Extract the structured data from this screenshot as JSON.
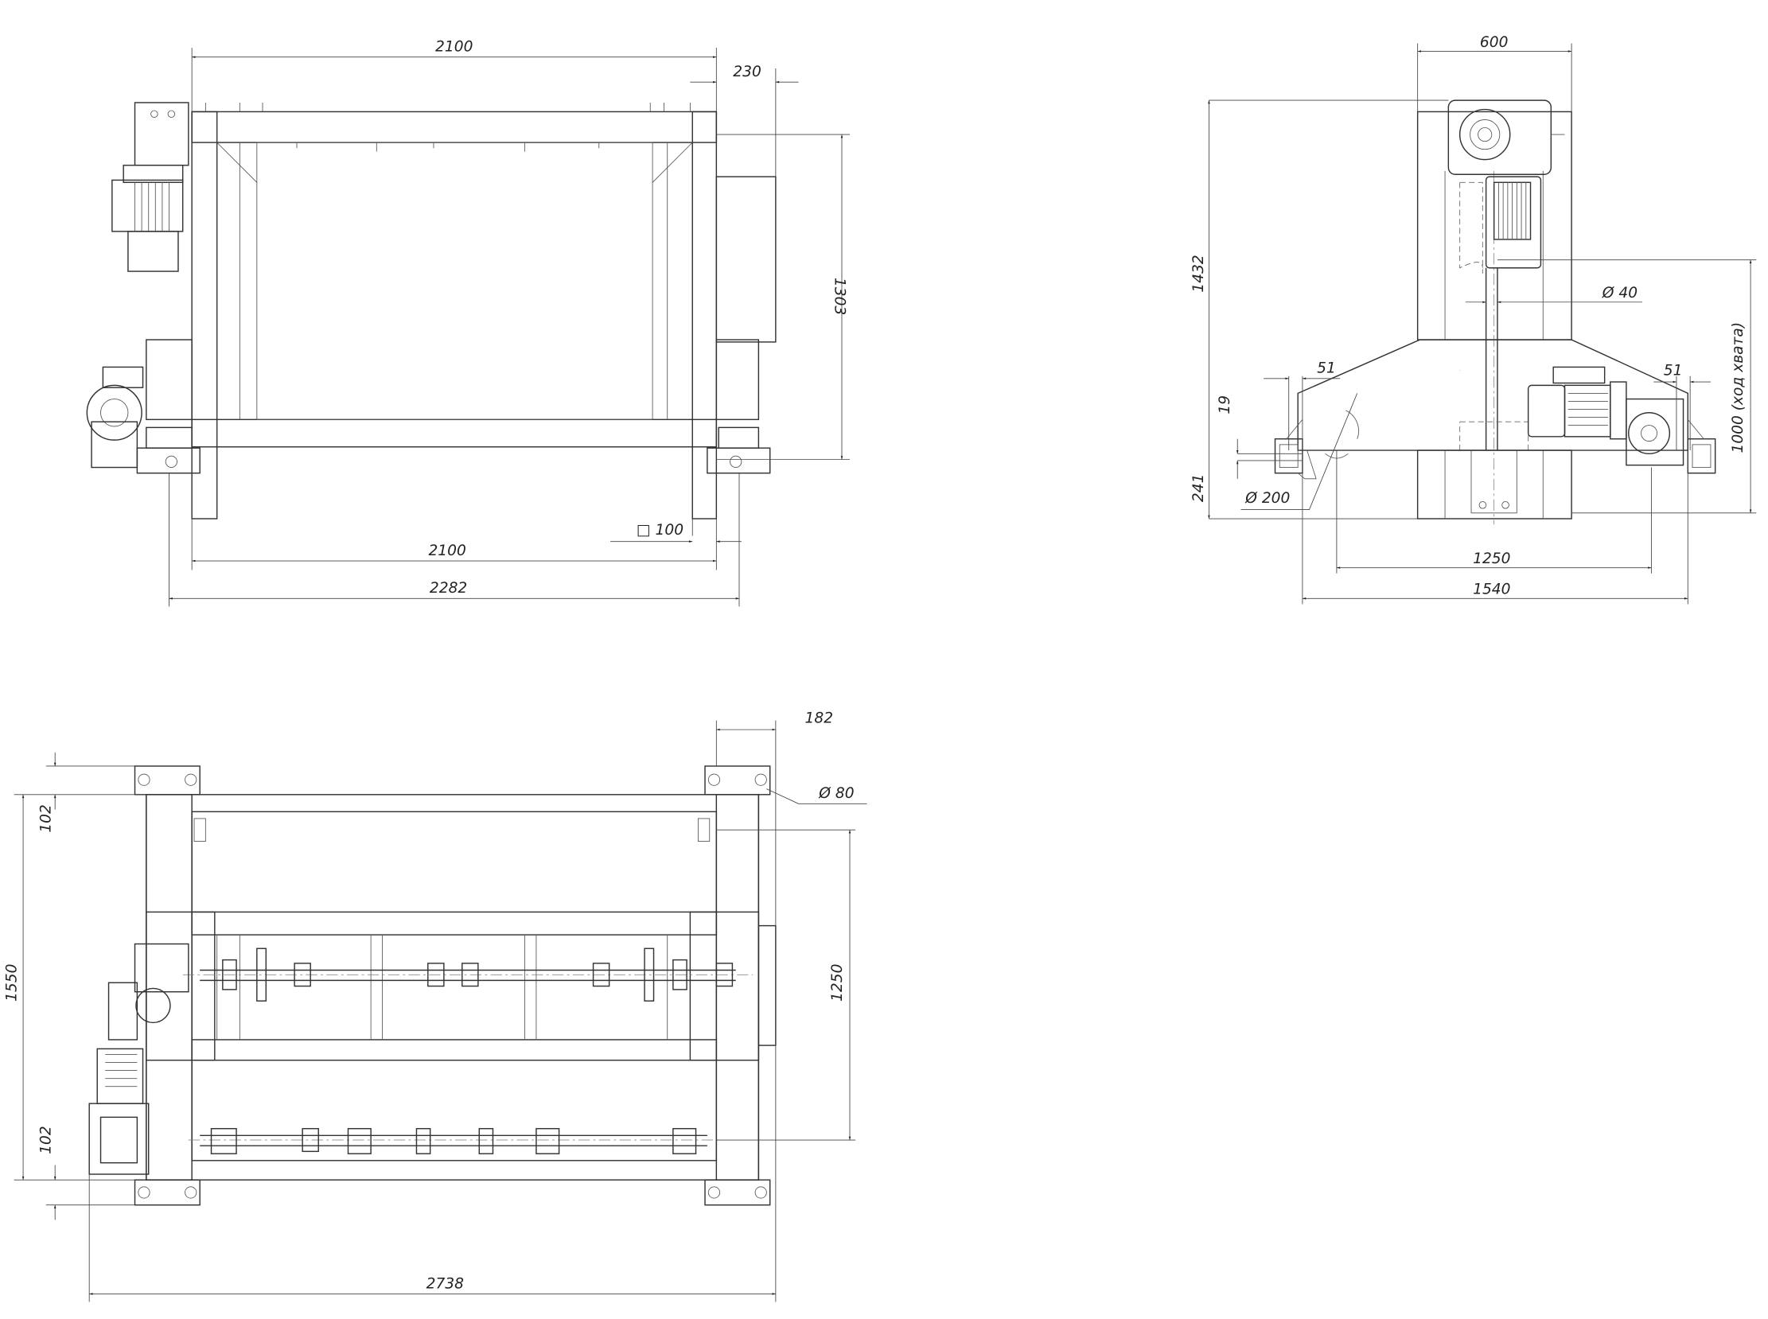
{
  "front_view": {
    "dim_top_width": "2100",
    "dim_offset": "230",
    "dim_height": "1303",
    "dim_leg_section": "□ 100",
    "dim_bottom_width": "2100",
    "dim_overall_width": "2282"
  },
  "side_view": {
    "dim_width": "600",
    "dim_height": "1432",
    "dim_shaft_dia": "Ø 40",
    "dim_stroke": "1000 (ход хвата)",
    "dim_left_offset": "51",
    "dim_right_offset": "51",
    "dim_small": "19",
    "dim_foot_height": "241",
    "dim_wheel_dia": "Ø 200",
    "dim_track": "1250",
    "dim_overall": "1540"
  },
  "plan_view": {
    "dim_offset": "182",
    "dim_pad_dia": "Ø 80",
    "dim_top_margin": "102",
    "dim_overall_depth": "1550",
    "dim_bottom_margin": "102",
    "dim_rail_span": "1250",
    "dim_overall_length": "2738"
  }
}
